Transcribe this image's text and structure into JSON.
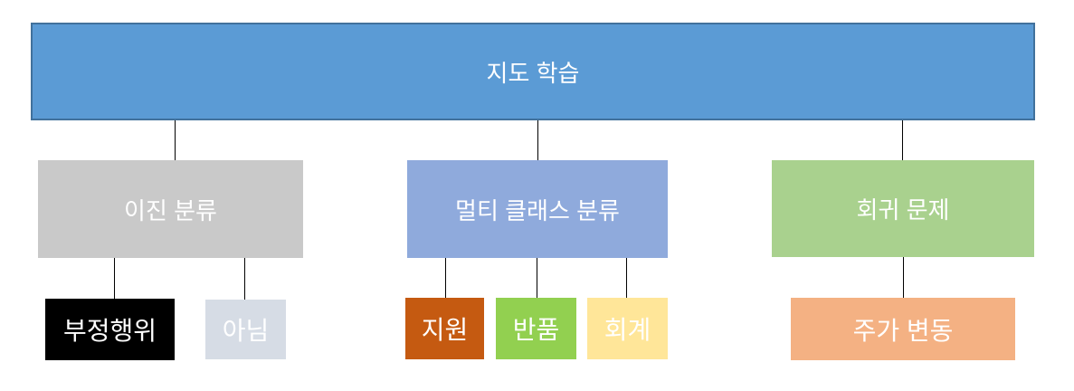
{
  "diagram": {
    "title_text_color": "#ffffff",
    "connector_color": "#000000",
    "background": "#ffffff",
    "root": {
      "label": "지도 학습",
      "fill": "#5b9bd5",
      "border": "#41719c",
      "text_color": "#ffffff"
    },
    "branches": [
      {
        "parent": {
          "label": "이진 분류",
          "fill": "#c9c9c9",
          "text_color": "#ffffff"
        },
        "children": [
          {
            "label": "부정행위",
            "fill": "#000000",
            "text_color": "#ffffff"
          },
          {
            "label": "아님",
            "fill": "#d6dce5",
            "text_color": "#ffffff"
          }
        ]
      },
      {
        "parent": {
          "label": "멀티 클래스 분류",
          "fill": "#8faadc",
          "text_color": "#ffffff"
        },
        "children": [
          {
            "label": "지원",
            "fill": "#c55a11",
            "text_color": "#ffffff"
          },
          {
            "label": "반품",
            "fill": "#92d050",
            "text_color": "#ffffff"
          },
          {
            "label": "회계",
            "fill": "#ffe699",
            "text_color": "#ffffff"
          }
        ]
      },
      {
        "parent": {
          "label": "회귀 문제",
          "fill": "#a9d18e",
          "text_color": "#ffffff"
        },
        "children": [
          {
            "label": "주가 변동",
            "fill": "#f4b183",
            "text_color": "#ffffff"
          }
        ]
      }
    ]
  }
}
